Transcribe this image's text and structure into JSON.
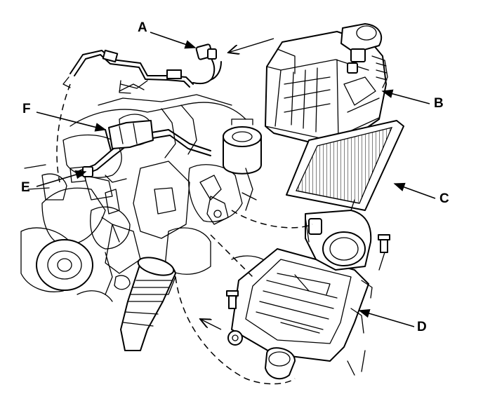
{
  "callouts": [
    {
      "id": "A",
      "label": "A"
    },
    {
      "id": "B",
      "label": "B"
    },
    {
      "id": "C",
      "label": "C"
    },
    {
      "id": "D",
      "label": "D"
    },
    {
      "id": "E",
      "label": "E"
    },
    {
      "id": "F",
      "label": "F"
    }
  ]
}
